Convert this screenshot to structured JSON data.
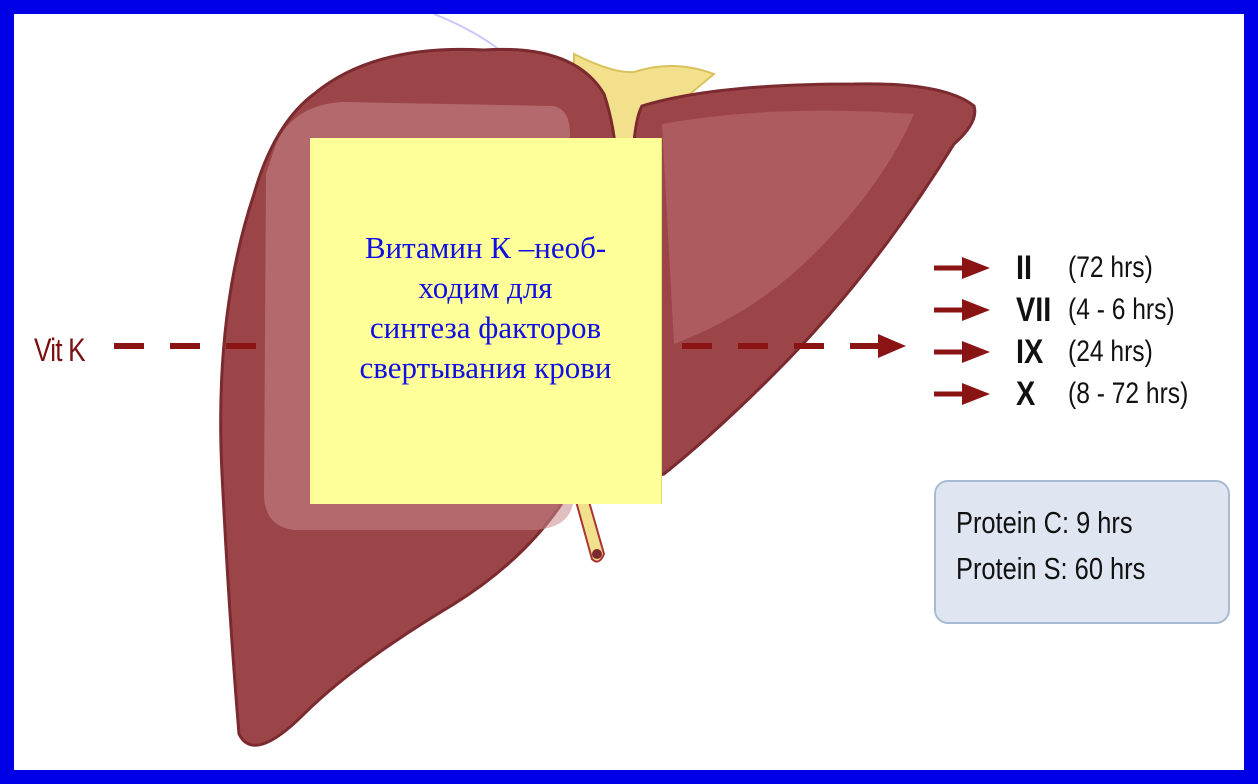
{
  "vit_label": "Vit K",
  "note": {
    "lines": [
      "Витамин К –необ-",
      "ходим для",
      "синтеза факторов",
      "свертывания крови"
    ]
  },
  "factors": [
    {
      "numeral": "II",
      "time": "(72 hrs)"
    },
    {
      "numeral": "VII",
      "time": "(4 - 6 hrs)"
    },
    {
      "numeral": "IX",
      "time": "(24 hrs)"
    },
    {
      "numeral": "X",
      "time": "(8 - 72 hrs)"
    }
  ],
  "proteins": [
    "Protein C: 9 hrs",
    "Protein S: 60 hrs"
  ],
  "colors": {
    "frame": "#0000e6",
    "liver": "#9b4548",
    "liver_dark": "#7b2a2f",
    "arrow": "#8a1414",
    "note_bg": "#ffff99",
    "note_text": "#1010e0",
    "box_bg": "#dfe6f1"
  }
}
